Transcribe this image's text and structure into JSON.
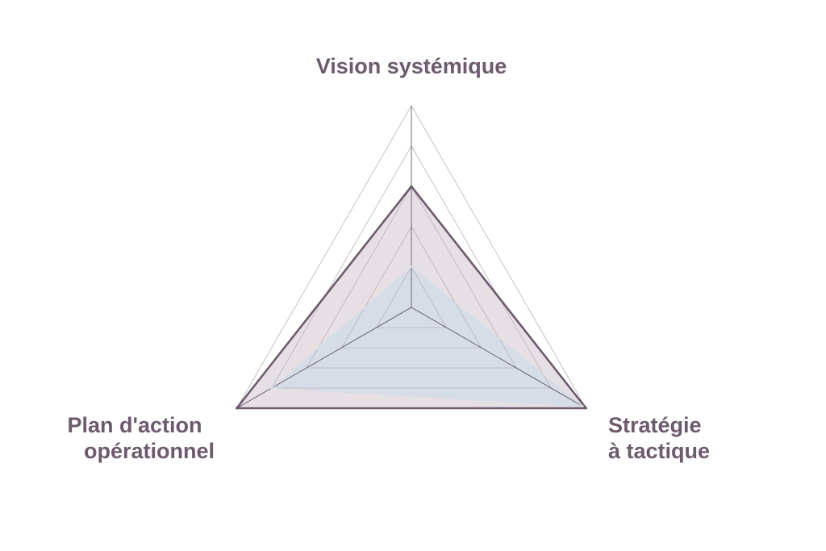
{
  "chart_data": {
    "type": "radar",
    "axes": [
      {
        "key": "top",
        "label_lines": [
          "Vision systémique"
        ]
      },
      {
        "key": "right",
        "label_lines": [
          "Stratégie",
          "à tactique"
        ]
      },
      {
        "key": "left",
        "label_lines": [
          "Plan d'action",
          "opérationnel"
        ]
      }
    ],
    "rmax": 5,
    "grid_levels": [
      1,
      2,
      3,
      4,
      5
    ],
    "series": [
      {
        "values": [
          3,
          5,
          5
        ],
        "fill": "#e6e0e5",
        "stroke": "#6d5a6e"
      },
      {
        "values": [
          1,
          4.9,
          4
        ],
        "fill": "#d7dde6",
        "stroke": "#d7dde6"
      }
    ],
    "colors": {
      "grid": "#b9b2ba",
      "spoke": "#5f5560",
      "label": "#6d5a6e"
    }
  }
}
